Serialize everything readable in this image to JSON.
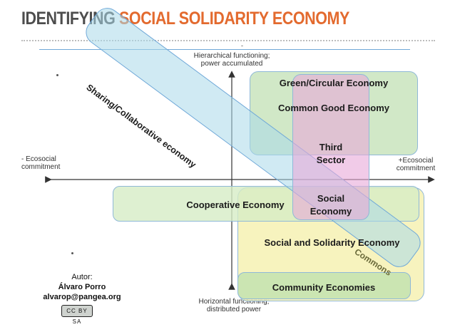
{
  "title": {
    "part1": "IDENTIFYING",
    "part2": "SOCIAL SOLIDARITY ECONOMY"
  },
  "top_tick": "-",
  "axes": {
    "vertical_top": [
      "Hierarchical functioning;",
      "power accumulated"
    ],
    "vertical_bottom": [
      "Horizontal functioning;",
      "distributed power"
    ],
    "horizontal_left": [
      "- Ecosocial",
      "commitment"
    ],
    "horizontal_right": [
      "+Ecosocial",
      "commitment"
    ]
  },
  "regions": {
    "sharing": "Sharing/Collaborative economy",
    "green": "Green/Circular Economy",
    "common_good": "Common Good Economy",
    "third_sector": [
      "Third",
      "Sector"
    ],
    "cooperative": "Cooperative Economy",
    "social": [
      "Social",
      "Economy"
    ],
    "sse": "Social and Solidarity Economy",
    "commons": "Commons",
    "community": "Community Economies"
  },
  "colors": {
    "title_dark": "#4d4d4d",
    "title_accent": "#e36a2e",
    "sharing_fill": "#a9d8ea",
    "green_fill": "#c9e4bd",
    "third_sector_fill": "#e8a9d8",
    "cooperative_fill": "#d6ecc6",
    "social_fill": "#f0c9a9",
    "sse_fill": "#f6f1b3",
    "community_fill": "#c3e2b0"
  },
  "author": {
    "label": "Autor:",
    "name": "Álvaro Porro",
    "email": "alvarop@pangea.org",
    "license": "CC BY SA"
  }
}
